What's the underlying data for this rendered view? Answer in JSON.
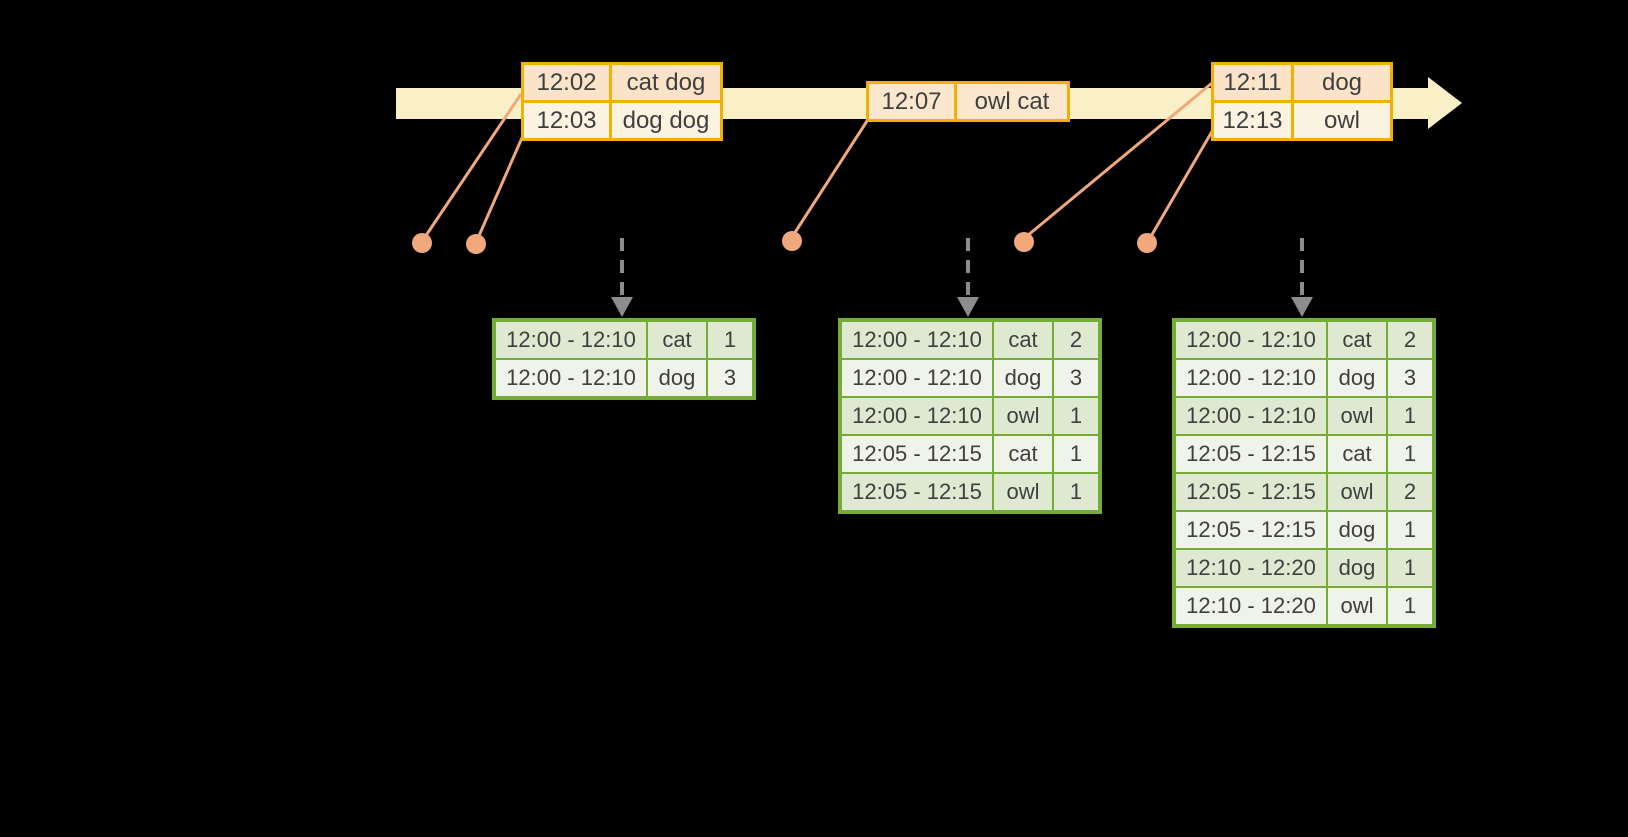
{
  "colors": {
    "background": "#000000",
    "timeline_band": "#FAF0C8",
    "event_border": "#F2B101",
    "event_fill_dark": "#FAE3C7",
    "event_fill_light": "#FDF3E1",
    "event_fill_single": "#FBE7CE",
    "connector": "#F0A87C",
    "trigger_arrow": "#8C8C8C",
    "result_border": "#74AC35",
    "result_fill_dark": "#DFE9D2",
    "result_fill_light": "#EFF3EA",
    "text": "#3F3F3F"
  },
  "icons": {
    "timeline_arrowhead": "right-arrow",
    "trigger_arrow": "dashed-down-arrow",
    "event_time_dot": "filled-circle"
  },
  "timeline": {
    "events": [
      {
        "rows": [
          {
            "time": "12:02",
            "words": "cat dog"
          },
          {
            "time": "12:03",
            "words": "dog dog"
          }
        ]
      },
      {
        "rows": [
          {
            "time": "12:07",
            "words": "owl cat"
          }
        ]
      },
      {
        "rows": [
          {
            "time": "12:11",
            "words": "dog"
          },
          {
            "time": "12:13",
            "words": "owl"
          }
        ]
      }
    ]
  },
  "result_tables": [
    {
      "rows": [
        {
          "window": "12:00 - 12:10",
          "word": "cat",
          "count": "1"
        },
        {
          "window": "12:00 - 12:10",
          "word": "dog",
          "count": "3"
        }
      ]
    },
    {
      "rows": [
        {
          "window": "12:00 - 12:10",
          "word": "cat",
          "count": "2"
        },
        {
          "window": "12:00 - 12:10",
          "word": "dog",
          "count": "3"
        },
        {
          "window": "12:00 - 12:10",
          "word": "owl",
          "count": "1"
        },
        {
          "window": "12:05 - 12:15",
          "word": "cat",
          "count": "1"
        },
        {
          "window": "12:05 - 12:15",
          "word": "owl",
          "count": "1"
        }
      ]
    },
    {
      "rows": [
        {
          "window": "12:00 - 12:10",
          "word": "cat",
          "count": "2"
        },
        {
          "window": "12:00 - 12:10",
          "word": "dog",
          "count": "3"
        },
        {
          "window": "12:00 - 12:10",
          "word": "owl",
          "count": "1"
        },
        {
          "window": "12:05 - 12:15",
          "word": "cat",
          "count": "1"
        },
        {
          "window": "12:05 - 12:15",
          "word": "owl",
          "count": "2"
        },
        {
          "window": "12:05 - 12:15",
          "word": "dog",
          "count": "1"
        },
        {
          "window": "12:10 - 12:20",
          "word": "dog",
          "count": "1"
        },
        {
          "window": "12:10 - 12:20",
          "word": "owl",
          "count": "1"
        }
      ]
    }
  ]
}
